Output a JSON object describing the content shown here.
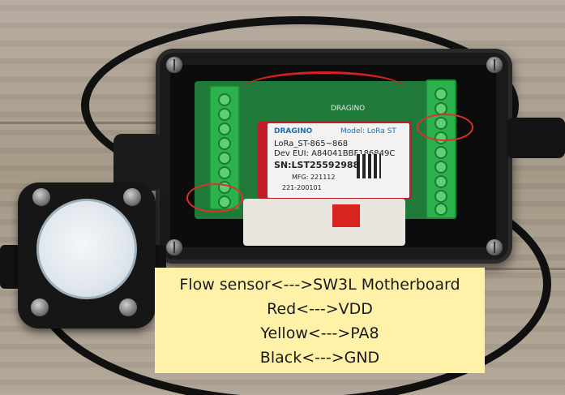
{
  "photo": {
    "description_colors": {
      "wood": "#a89b8b",
      "enclosure": "#1a1a1a",
      "pcb_terminal": "#2bb24c",
      "module_frame": "#c21c28",
      "highlight": "#e0302a",
      "caption_bg": "#fff2a8"
    },
    "module_label": {
      "brand": "DRAGINO",
      "model": "Model: LoRa ST",
      "line1": "LoRa_ST-865~868",
      "line2": "Dev EUI: A84041BBF186849C",
      "sn": "SN:LST25592988",
      "mfg": "MFG: 221112",
      "cert": "221-200101"
    },
    "pcb_mark": "DRAGINO"
  },
  "caption": {
    "lines": [
      "Flow sensor<--->SW3L Motherboard",
      "Red<--->VDD",
      "Yellow<--->PA8",
      "Black<--->GND"
    ]
  }
}
